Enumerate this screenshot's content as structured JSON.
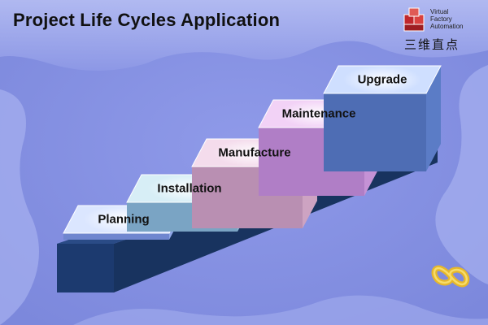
{
  "title": "Project Life Cycles Application",
  "logo": {
    "line1": "Virtual",
    "line2": "Factory",
    "line3": "Automation",
    "chinese": "三维直点",
    "mark_icon": "cube-stack-logo-icon"
  },
  "steps": [
    {
      "label": "Planning",
      "top_color": "#dbe6ff",
      "side_color": "#8fa6e6",
      "front_color": "#6f86cf"
    },
    {
      "label": "Installation",
      "top_color": "#d7eef6",
      "side_color": "#8cb8d2",
      "front_color": "#7aa4c4"
    },
    {
      "label": "Manufacture",
      "top_color": "#f4dcec",
      "side_color": "#cda3c2",
      "front_color": "#b98fb2"
    },
    {
      "label": "Maintenance",
      "top_color": "#f2d2f6",
      "side_color": "#c592d6",
      "front_color": "#b07ec6"
    },
    {
      "label": "Upgrade",
      "top_color": "#cfdfff",
      "side_color": "#5b7cc6",
      "front_color": "#4e6db4"
    }
  ],
  "base_color": "#1e3f76",
  "corner_icon": "gold-knot-icon"
}
